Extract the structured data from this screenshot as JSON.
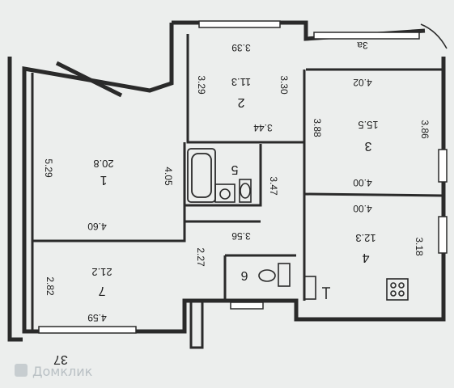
{
  "rooms": [
    {
      "id": "1",
      "area": "20.8",
      "dims": [
        "5.29",
        "4.05",
        "4.60"
      ]
    },
    {
      "id": "2",
      "area": "11.3",
      "dims": [
        "3.39",
        "3.29",
        "3.30",
        "3.44"
      ]
    },
    {
      "id": "3",
      "area": "15.5",
      "dims": [
        "4.02",
        "3.88",
        "3.86",
        "4.00"
      ]
    },
    {
      "id": "3a"
    },
    {
      "id": "4",
      "area": "12.3",
      "dims": [
        "4.00",
        "3.18"
      ]
    },
    {
      "id": "5",
      "dims": [
        "3.47"
      ]
    },
    {
      "id": "6"
    },
    {
      "id": "7",
      "area": "21.2",
      "dims": [
        "2.82",
        "4.59"
      ]
    }
  ],
  "corridor_dims": [
    "3.56",
    "2.27"
  ],
  "building_number": "37",
  "watermark": "Домклик"
}
